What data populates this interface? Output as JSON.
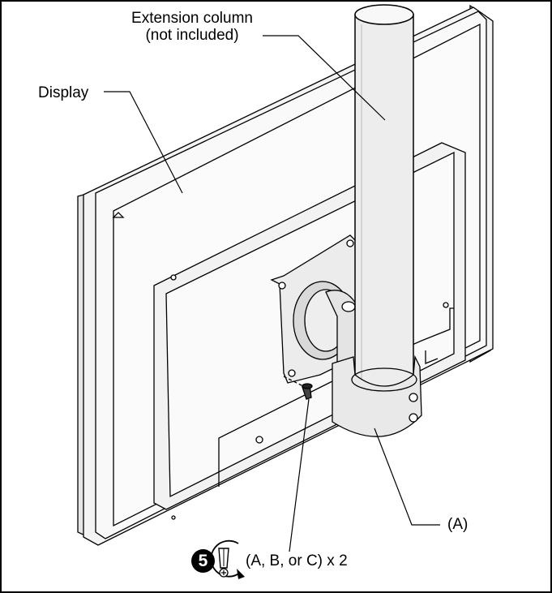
{
  "labels": {
    "extension_column_line1": "Extension column",
    "extension_column_line2": "(not included)",
    "display": "Display",
    "part_a": "(A)"
  },
  "step": {
    "number": "5",
    "instruction": "(A, B, or C) x 2",
    "tool_icon": "screwdriver-tighten-icon"
  }
}
